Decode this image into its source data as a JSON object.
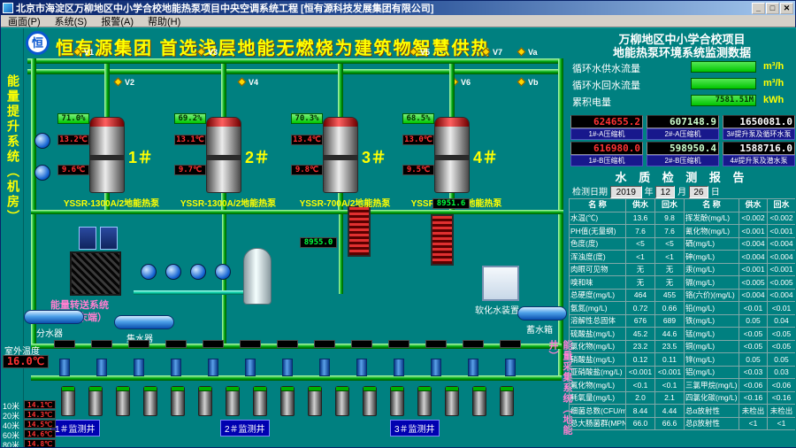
{
  "window": {
    "title": "北京市海淀区万柳地区中小学合校地能热泵项目中央空调系统工程    [恒有源科技发展集团有限公司]",
    "menu": [
      "画面(P)",
      "系统(S)",
      "报警(A)",
      "帮助(H)"
    ],
    "buttons": {
      "minimize": "_",
      "maximize": "□",
      "close": "✕"
    }
  },
  "header": {
    "headline": "恒有源集团  首选浅层地能无燃烧为建筑物智慧供热",
    "logo_text": "恒"
  },
  "side_labels": {
    "left_vertical": "能量提升系统（机房）",
    "right_vertical": "能量采集系统（地能井）",
    "end_line1": "能量转送系统",
    "end_line2": "（末端）"
  },
  "panel": {
    "title_line1": "万柳地区中小学合校项目",
    "title_line2": "地能热泵环境系统监测数据",
    "flows": [
      {
        "label": "循环水供水流量",
        "value": "",
        "unit": "m³/h"
      },
      {
        "label": "循环水回水流量",
        "value": "",
        "unit": "m³/h"
      },
      {
        "label": "累积电量",
        "value": "7581.51M",
        "unit": "kWh"
      }
    ],
    "counters": [
      {
        "value": "624655.2",
        "label": "1#-A压缩机"
      },
      {
        "value": "607148.9",
        "label": "2#-A压缩机"
      },
      {
        "value": "1650081.0",
        "label": "3#提升泵及循环水泵"
      },
      {
        "value": "616980.0",
        "label": "1#-B压缩机"
      },
      {
        "value": "598950.4",
        "label": "2#-B压缩机"
      },
      {
        "value": "1588716.0",
        "label": "4#提升泵及潜水泵"
      }
    ],
    "report": {
      "title": "水 质 检 测 报 告",
      "date_label": "检测日期",
      "year": "2019",
      "year_unit": "年",
      "month": "12",
      "month_unit": "月",
      "day": "26",
      "day_unit": "日",
      "header": [
        "名  称",
        "供水",
        "回水",
        "名  称",
        "供水",
        "回水"
      ],
      "rows": [
        [
          "水温(℃)",
          "13.6",
          "9.8",
          "挥发酚(mg/L)",
          "<0.002",
          "<0.002"
        ],
        [
          "PH值(无量纲)",
          "7.6",
          "7.6",
          "氰化物(mg/L)",
          "<0.001",
          "<0.001"
        ],
        [
          "色度(度)",
          "<5",
          "<5",
          "硒(mg/L)",
          "<0.004",
          "<0.004"
        ],
        [
          "浑浊度(度)",
          "<1",
          "<1",
          "砷(mg/L)",
          "<0.004",
          "<0.004"
        ],
        [
          "肉眼可见物",
          "无",
          "无",
          "汞(mg/L)",
          "<0.001",
          "<0.001"
        ],
        [
          "嗅和味",
          "无",
          "无",
          "镉(mg/L)",
          "<0.005",
          "<0.005"
        ],
        [
          "总硬度(mg/L)",
          "464",
          "455",
          "铬(六价)(mg/L)",
          "<0.004",
          "<0.004"
        ],
        [
          "氨氮(mg/L)",
          "0.72",
          "0.66",
          "铅(mg/L)",
          "<0.01",
          "<0.01"
        ],
        [
          "溶解性总固体",
          "676",
          "689",
          "铁(mg/L)",
          "0.05",
          "0.04"
        ],
        [
          "硫酸盐(mg/L)",
          "45.2",
          "44.6",
          "锰(mg/L)",
          "<0.05",
          "<0.05"
        ],
        [
          "氯化物(mg/L)",
          "23.2",
          "23.5",
          "铜(mg/L)",
          "<0.05",
          "<0.05"
        ],
        [
          "硝酸盐(mg/L)",
          "0.12",
          "0.11",
          "锌(mg/L)",
          "0.05",
          "0.05"
        ],
        [
          "亚硝酸盐(mg/L)",
          "<0.001",
          "<0.001",
          "铝(mg/L)",
          "<0.03",
          "0.03"
        ],
        [
          "氟化物(mg/L)",
          "<0.1",
          "<0.1",
          "三氯甲烷(mg/L)",
          "<0.06",
          "<0.06"
        ],
        [
          "耗氧量(mg/L)",
          "2.0",
          "2.1",
          "四氯化碳(mg/L)",
          "<0.16",
          "<0.16"
        ],
        [
          "细菌总数(CFU/mL)",
          "8.44",
          "4.44",
          "总α放射性",
          "未检出",
          "未检出"
        ],
        [
          "总大肠菌群(MPN/100mL)",
          "66.0",
          "66.6",
          "总β放射性",
          "<1",
          "<1"
        ]
      ]
    }
  },
  "diagram": {
    "valves": [
      "V1",
      "V2",
      "V3",
      "V4",
      "V5",
      "V6",
      "V7",
      "Vb",
      "Va"
    ],
    "units": [
      {
        "num": "1＃",
        "model": "YSSR-1300A/2地能热泵",
        "load": "71.0%",
        "temp_top": "13.2℃",
        "temp_bottom": "9.6℃"
      },
      {
        "num": "2＃",
        "model": "YSSR-1300A/2地能热泵",
        "load": "69.2%",
        "temp_top": "13.1℃",
        "temp_bottom": "9.7℃"
      },
      {
        "num": "3＃",
        "model": "YSSR-700A/2地能热泵",
        "load": "70.3%",
        "temp_top": "13.4℃",
        "temp_bottom": "9.8℃"
      },
      {
        "num": "4＃",
        "model": "YSSR-600B/2地能热泵",
        "load": "68.5%",
        "temp_top": "13.0℃",
        "temp_bottom": "9.5℃"
      }
    ],
    "green_displays": [
      {
        "value": "8955.0"
      },
      {
        "value": "8951.6"
      }
    ],
    "outdoor": {
      "label": "室外温度",
      "value": "16.0℃"
    },
    "depths": [
      {
        "label": "10米",
        "value": "14.1℃"
      },
      {
        "label": "20米",
        "value": "14.3℃"
      },
      {
        "label": "40米",
        "value": "14.5℃"
      },
      {
        "label": "60米",
        "value": "14.6℃"
      },
      {
        "label": "80米",
        "value": "14.8℃"
      }
    ],
    "tanks": {
      "divider": "分水器",
      "collector": "集水器",
      "storage": "蓄水箱",
      "softener": "软化水装置"
    },
    "wells": {
      "count": 17,
      "labels": [
        "1＃监测井",
        "2＃监测井",
        "3＃监测井"
      ]
    }
  }
}
